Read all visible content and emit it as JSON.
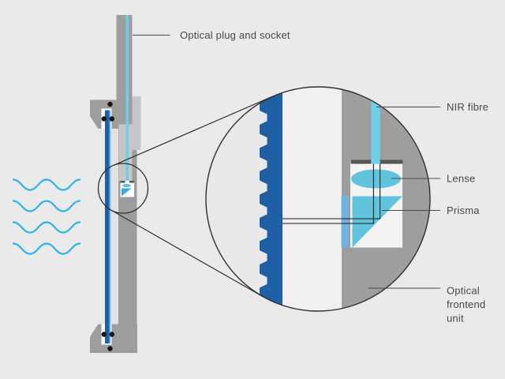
{
  "labels": {
    "plug_socket": "Optical plug and socket",
    "nir_fibre": "NIR fibre",
    "lens": "Lense",
    "prism": "Prisma",
    "frontend_unit_lines": [
      "Optical",
      "frontend",
      "unit"
    ]
  },
  "colors": {
    "background": "#eaeaea",
    "body_gray": "#9d9d9d",
    "socket_light_gray": "#c6c6c6",
    "membrane_blue": "#1f5fa6",
    "fibre_cyan": "#6fcfe9",
    "optic_cyan": "#62c4dc",
    "window_light_blue": "#6fb3e2",
    "wave_cyan": "#2cb3e8",
    "holder_dark": "#565656",
    "text": "#484848"
  }
}
